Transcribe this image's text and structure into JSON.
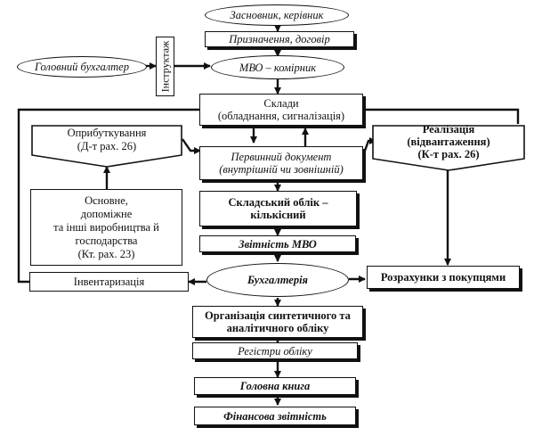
{
  "nodes": {
    "founder": "Засновник, керівник",
    "purpose": "Призначення, договір",
    "chief_accountant": "Головний бухгалтер",
    "instruction": "Інструктаж",
    "mvo": "МВО – комірник",
    "warehouse_line1": "Склади",
    "warehouse_line2": "(обладнання, сигналізація)",
    "receipt_line1": "Оприбуткування",
    "receipt_line2": "(Д-т рах. 26)",
    "sale_line1": "Реалізація",
    "sale_line2": "(відвантаження)",
    "sale_line3": "(К-т рах. 26)",
    "primary_doc_line1": "Первинний документ",
    "primary_doc_line2": "(внутрішній чи зовнішній)",
    "main_prod_line1": "Основне,",
    "main_prod_line2": "допоміжне",
    "main_prod_line3": "та інші виробництва й",
    "main_prod_line4": "господарства",
    "main_prod_line5": "(Кт. рах. 23)",
    "warehouse_acc_line1": "Складський облік –",
    "warehouse_acc_line2": "кількісний",
    "mvo_report": "Звітність МВО",
    "inventory": "Інвентаризація",
    "accounting": "Бухгалтерія",
    "settlements": "Розрахунки з покупцями",
    "organization_line1": "Організація синтетичного та",
    "organization_line2": "аналітичного обліку",
    "registers": "Регістри обліку",
    "general_ledger": "Головна книга",
    "financial_reporting": "Фінансова звітність"
  }
}
